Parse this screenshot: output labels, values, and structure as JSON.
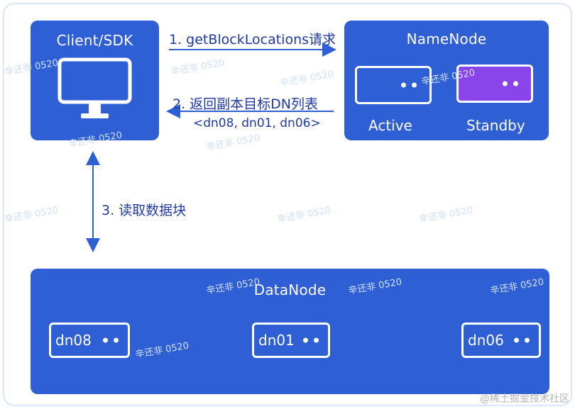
{
  "client": {
    "title": "Client/SDK",
    "icon": "monitor-icon"
  },
  "namenode": {
    "title": "NameNode",
    "active_label": "Active",
    "standby_label": "Standby"
  },
  "datanode": {
    "title": "DataNode",
    "nodes": [
      "dn08",
      "dn01",
      "dn06"
    ]
  },
  "arrows": {
    "step1": "1. getBlockLocations请求",
    "step2": "2. 返回副本目标DN列表",
    "step2_list": "<dn08, dn01, dn06>",
    "step3": "3. 读取数据块"
  },
  "watermark": "辛还非 0520",
  "footer": "@稀土掘金技术社区",
  "colors": {
    "box_blue": "#2f5fd4",
    "standby_purple": "#8a45ea",
    "arrow_blue": "#2f5fd4",
    "label_text": "#1f3aa6"
  }
}
